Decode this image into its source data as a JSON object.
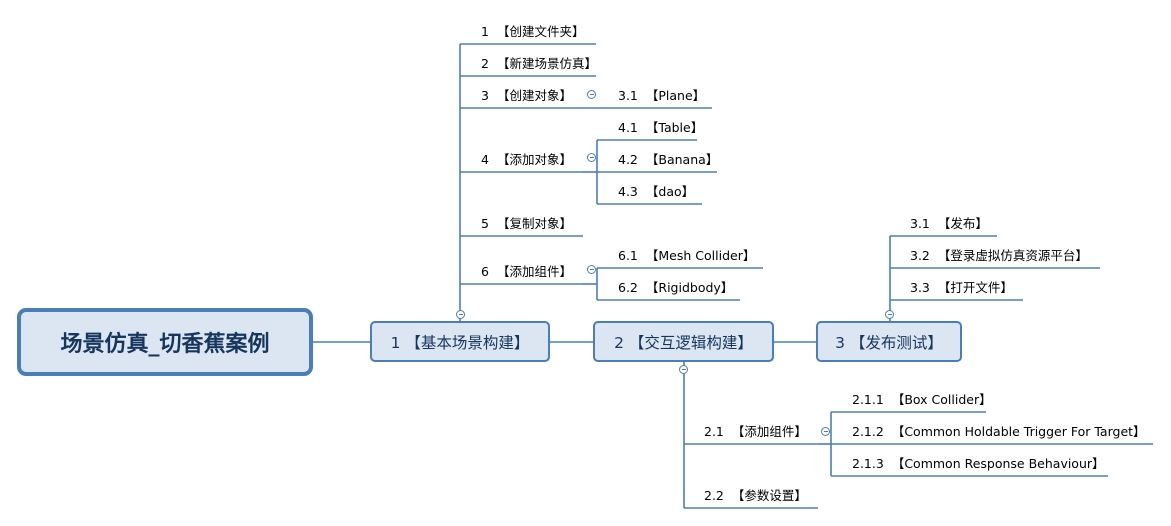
{
  "root": {
    "label": "场景仿真_切香蕉案例"
  },
  "branches": {
    "b1": {
      "label": "1 【基本场景构建】",
      "items": {
        "i1": {
          "num": "1",
          "label": "【创建文件夹】"
        },
        "i2": {
          "num": "2",
          "label": "【新建场景仿真】"
        },
        "i3": {
          "num": "3",
          "label": "【创建对象】",
          "children": {
            "c1": {
              "num": "3.1",
              "label": "【Plane】"
            }
          }
        },
        "i4": {
          "num": "4",
          "label": "【添加对象】",
          "children": {
            "c1": {
              "num": "4.1",
              "label": "【Table】"
            },
            "c2": {
              "num": "4.2",
              "label": "【Banana】"
            },
            "c3": {
              "num": "4.3",
              "label": "【dao】"
            }
          }
        },
        "i5": {
          "num": "5",
          "label": "【复制对象】"
        },
        "i6": {
          "num": "6",
          "label": "【添加组件】",
          "children": {
            "c1": {
              "num": "6.1",
              "label": "【Mesh Collider】"
            },
            "c2": {
              "num": "6.2",
              "label": "【Rigidbody】"
            }
          }
        }
      }
    },
    "b2": {
      "label": "2 【交互逻辑构建】",
      "items": {
        "i1": {
          "num": "2.1",
          "label": "【添加组件】",
          "children": {
            "c1": {
              "num": "2.1.1",
              "label": "【Box Collider】"
            },
            "c2": {
              "num": "2.1.2",
              "label": "【Common Holdable Trigger For Target】"
            },
            "c3": {
              "num": "2.1.3",
              "label": "【Common Response Behaviour】"
            }
          }
        },
        "i2": {
          "num": "2.2",
          "label": "【参数设置】"
        }
      }
    },
    "b3": {
      "label": "3 【发布测试】",
      "items": {
        "i1": {
          "num": "3.1",
          "label": "【发布】"
        },
        "i2": {
          "num": "3.2",
          "label": "【登录虚拟仿真资源平台】"
        },
        "i3": {
          "num": "3.3",
          "label": "【打开文件】"
        }
      }
    }
  },
  "colors": {
    "line": "#4a7ebb",
    "node_fill": "#dce6f2",
    "text": "#17365d"
  }
}
